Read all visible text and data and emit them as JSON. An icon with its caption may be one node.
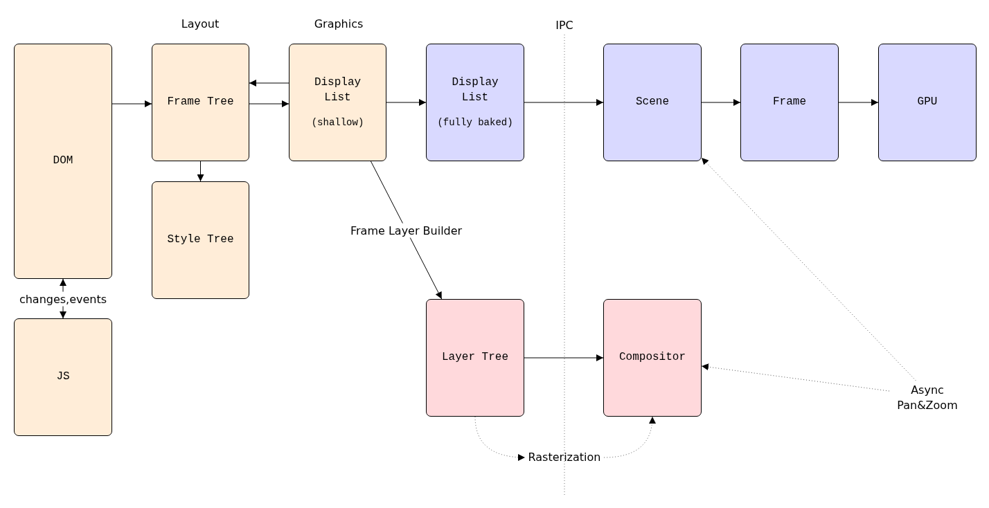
{
  "diagram": {
    "nodes": [
      {
        "text": [
          "DOM"
        ]
      },
      {
        "text": [
          "Frame Tree"
        ]
      },
      {
        "text": [
          "Style Tree"
        ]
      },
      {
        "text": [
          "Display List",
          "(shallow)"
        ]
      },
      {
        "text": [
          "Display List",
          "(fully baked)"
        ]
      },
      {
        "text": [
          "Scene"
        ]
      },
      {
        "text": [
          "Frame"
        ]
      },
      {
        "text": [
          "GPU"
        ]
      },
      {
        "text": [
          "JS"
        ]
      },
      {
        "text": [
          "Layer Tree"
        ]
      },
      {
        "text": [
          "Compositor"
        ]
      },
      {
        "text": [
          "Async Pan&Zoom"
        ]
      },
      {
        "text": [
          "Rasterization"
        ]
      }
    ],
    "edges": [
      {
        "from": 0,
        "to": 1,
        "arrow": "to"
      },
      {
        "from": 3,
        "to": 1,
        "arrow": "to"
      },
      {
        "from": 1,
        "to": 3,
        "arrow": "to"
      },
      {
        "from": 1,
        "to": 2,
        "arrow": "to"
      },
      {
        "from": 3,
        "to": 4,
        "arrow": "to"
      },
      {
        "from": 4,
        "to": 5,
        "arrow": "to"
      },
      {
        "from": 5,
        "to": 6,
        "arrow": "to"
      },
      {
        "from": 6,
        "to": 7,
        "arrow": "to"
      },
      {
        "from": 0,
        "to": 8,
        "arrow": "both",
        "label": "changes,events"
      },
      {
        "from": 3,
        "to": 9,
        "arrow": "to",
        "label": "Frame Layer Builder"
      },
      {
        "from": 9,
        "to": 10,
        "arrow": "to"
      },
      {
        "from": 11,
        "to": 5,
        "arrow": "to",
        "style": "dashed"
      },
      {
        "from": 11,
        "to": 10,
        "arrow": "to",
        "style": "dashed"
      },
      {
        "from": 9,
        "to": 12,
        "arrow": "to",
        "style": "dashed"
      },
      {
        "from": 12,
        "to": 10,
        "arrow": "to",
        "style": "dashed"
      }
    ],
    "labels": [
      "Layout",
      "Graphics",
      "IPC"
    ]
  }
}
